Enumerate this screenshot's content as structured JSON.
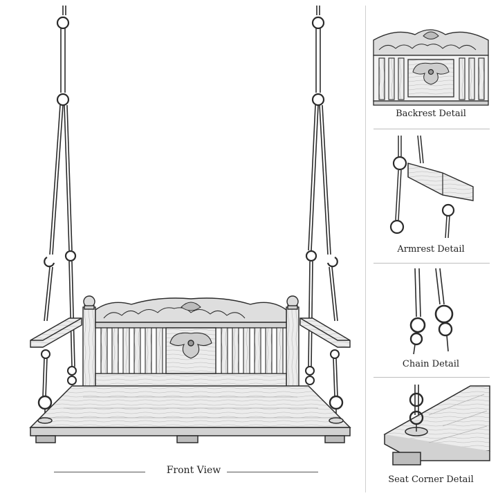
{
  "main_caption": "Front View",
  "details": [
    {
      "id": "backrest",
      "label": "Backrest Detail"
    },
    {
      "id": "armrest",
      "label": "Armrest Detail"
    },
    {
      "id": "chain",
      "label": "Chain Detail"
    },
    {
      "id": "seat-corner",
      "label": "Seat Corner Detail"
    }
  ],
  "colors": {
    "line": "#2a2a2a",
    "wood_light": "#e9e9e9",
    "wood_mid": "#cfcfcf",
    "wood_dark": "#9a9a9a",
    "background": "#ffffff"
  }
}
